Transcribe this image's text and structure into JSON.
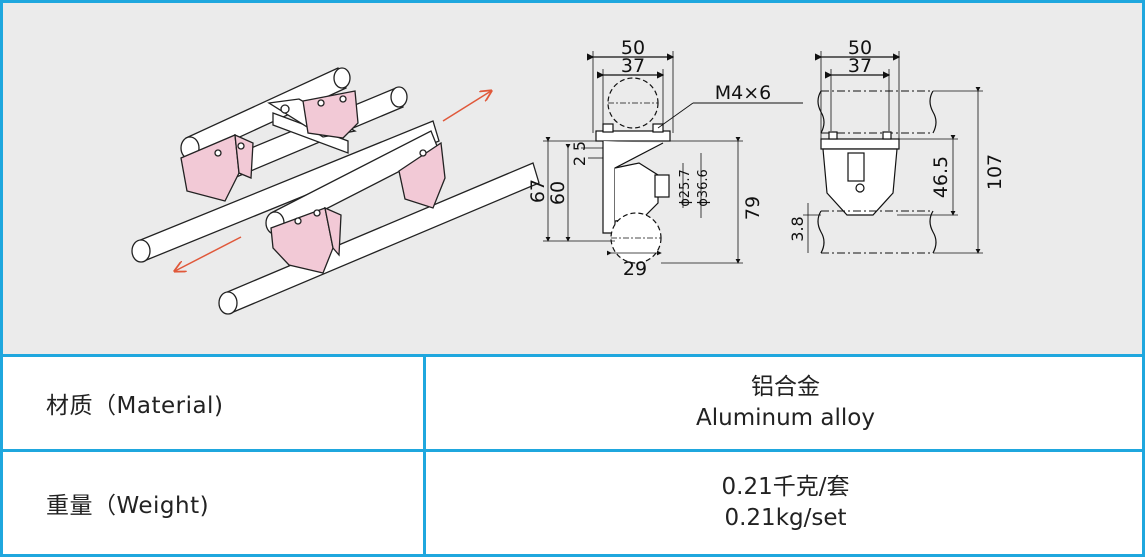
{
  "drawing": {
    "front_view": {
      "width_outer": "50",
      "width_inner": "37",
      "screw_callout": "M4×6",
      "height_top": "5",
      "height_small": "2",
      "height_total": "67",
      "height_mid": "60",
      "dia_inner": "ϕ25.7",
      "dia_outer": "ϕ36.6",
      "height_right": "79",
      "width_bottom": "29"
    },
    "side_view": {
      "width_outer": "50",
      "width_inner": "37",
      "height_inner": "46.5",
      "height_total": "107",
      "offset_bottom": "3.8"
    }
  },
  "table": {
    "rows": [
      {
        "label": "材质（Material)",
        "value_cn": "铝合金",
        "value_en": "Aluminum alloy"
      },
      {
        "label": "重量（Weight)",
        "value_cn": "0.21千克/套",
        "value_en": "0.21kg/set"
      }
    ]
  },
  "colors": {
    "border": "#1fa7de",
    "panel_bg": "#ebebeb",
    "bracket_fill": "#f2c9d6",
    "arrow": "#e0583a"
  }
}
